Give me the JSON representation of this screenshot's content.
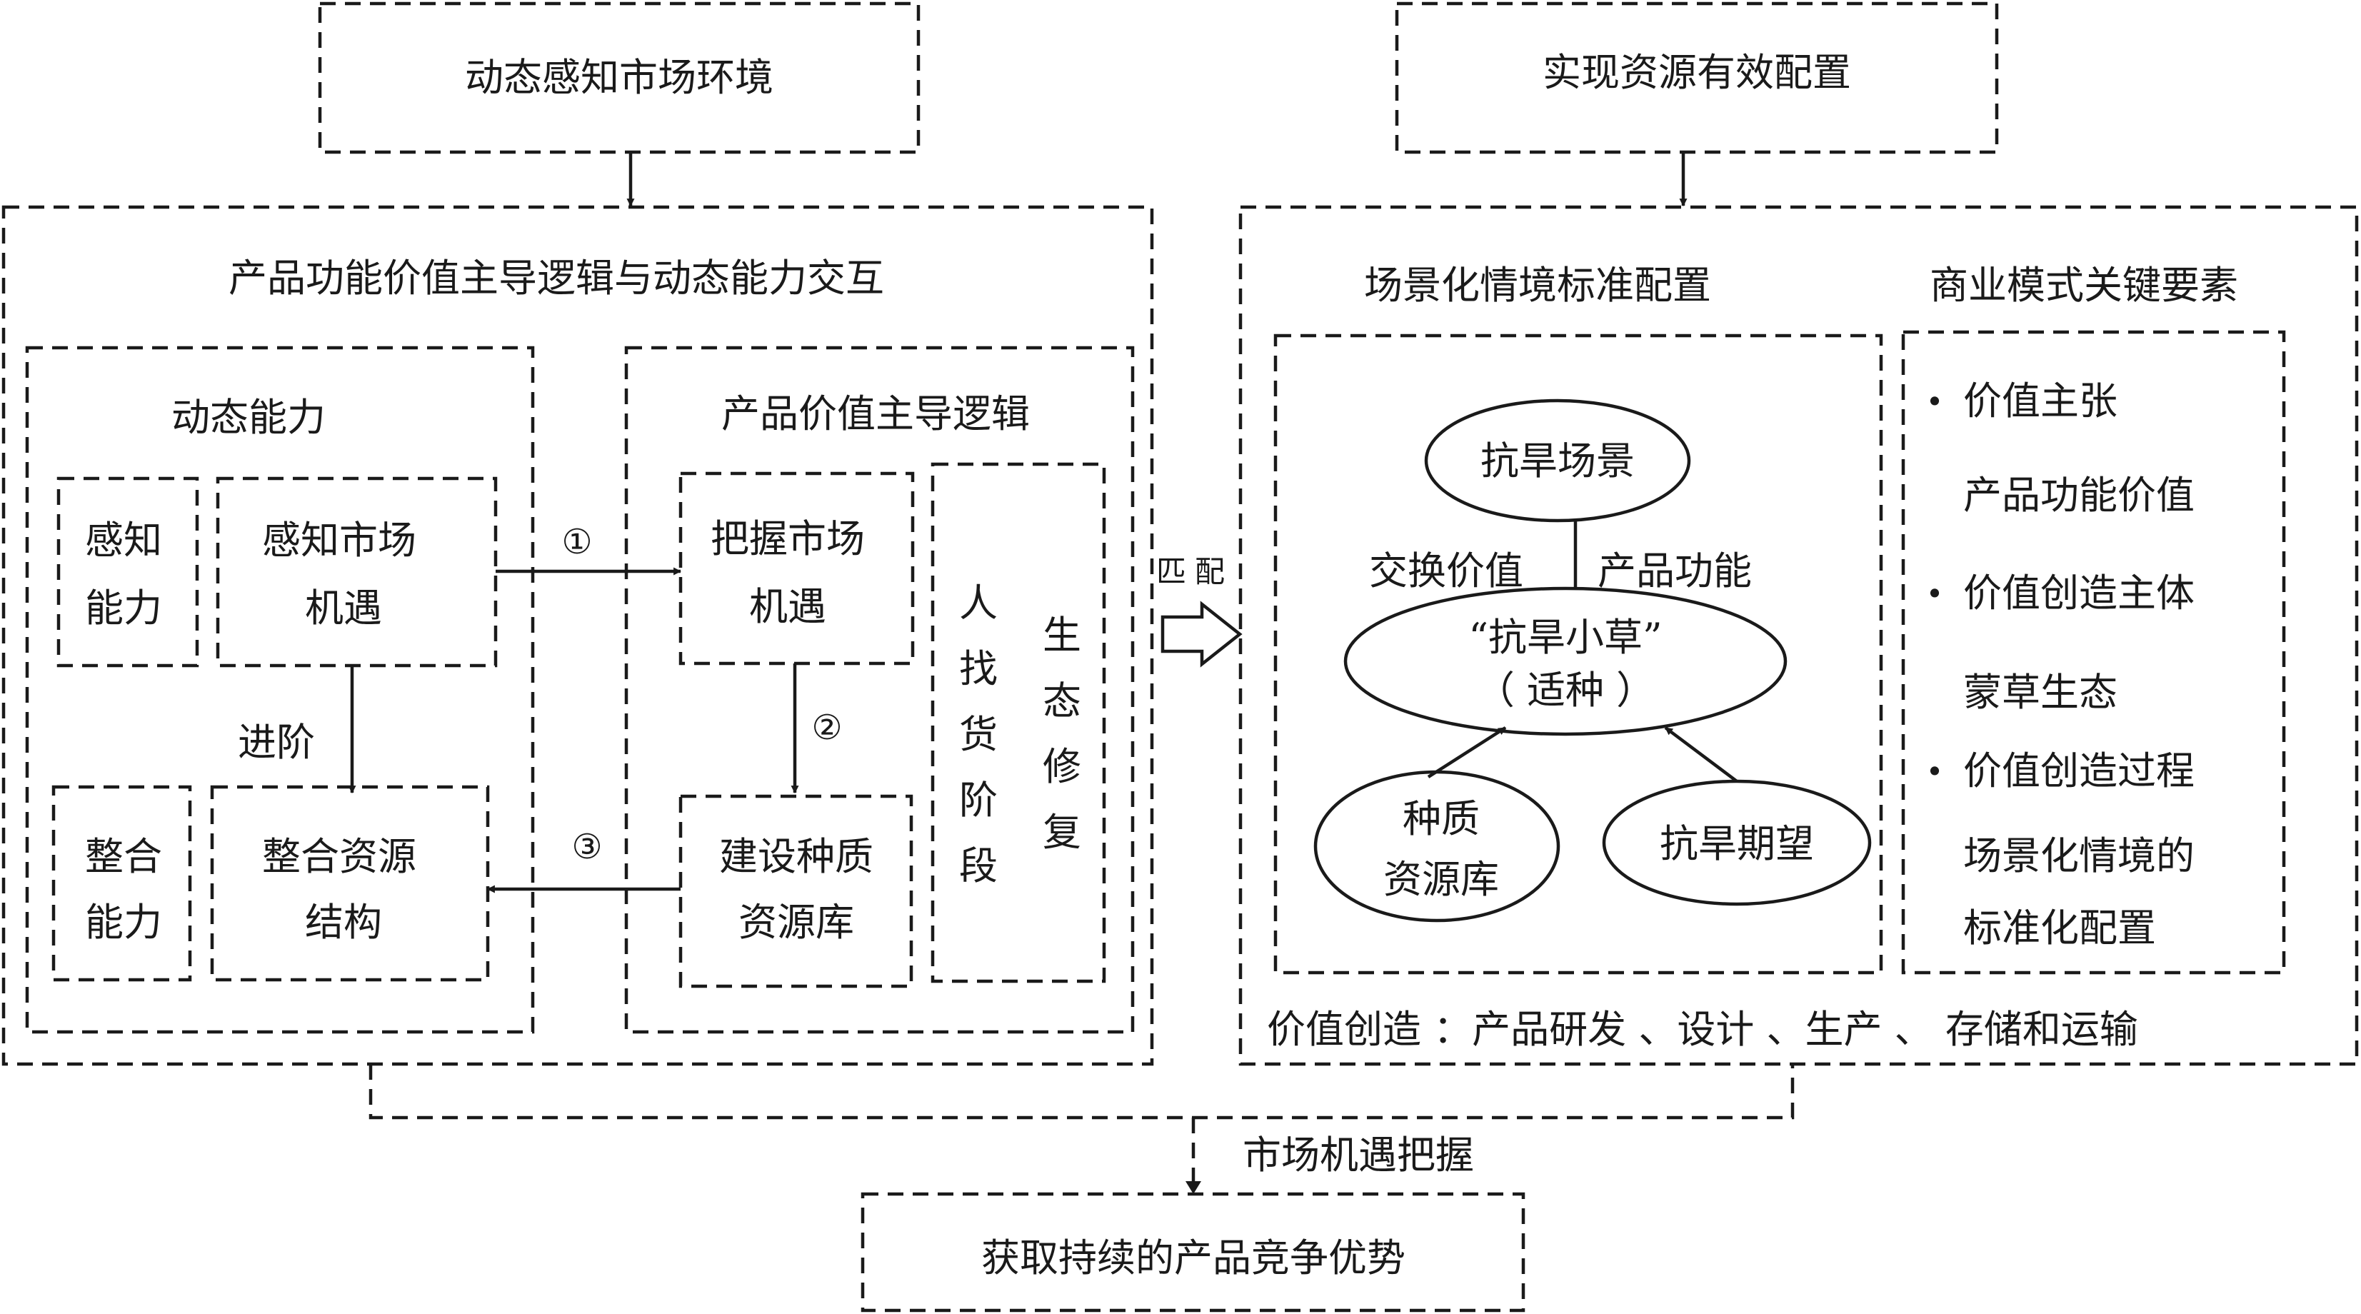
{
  "top": {
    "left_box": "动态感知市场环境",
    "right_box": "实现资源有效配置"
  },
  "left_panel": {
    "title": "产品功能价值主导逻辑与动态能力交互",
    "dynamic": {
      "title": "动态能力",
      "sense_ability": [
        "感知",
        "能力"
      ],
      "sense_market": [
        "感知市场",
        "机遇"
      ],
      "advance": "进阶",
      "integrate_ability": [
        "整合",
        "能力"
      ],
      "integrate_resource": [
        "整合资源",
        "结构"
      ]
    },
    "logic": {
      "title": "产品价值主导逻辑",
      "grasp": [
        "把握市场",
        "机遇"
      ],
      "build": [
        "建设种质",
        "资源库"
      ],
      "stage_col1": [
        "人",
        "找",
        "货",
        "阶",
        "段"
      ],
      "stage_col2": [
        "生",
        "态",
        "修",
        "复"
      ]
    },
    "arrow_labels": {
      "a1": "①",
      "a2": "②",
      "a3": "③"
    }
  },
  "match": [
    "匹",
    "配"
  ],
  "right_panel": {
    "scene_title": "场景化情境标准配置",
    "biz_title": "商业模式关键要素",
    "scene": {
      "drought_scene": "抗旱场景",
      "exchange_value": "交换价值",
      "product_function": "产品功能",
      "grass_line1": "“抗旱小草”",
      "grass_line2": "（ 适种 ）",
      "germplasm": [
        "种质",
        "资源库"
      ],
      "expectation": "抗旱期望"
    },
    "biz": {
      "bullet": "•",
      "items": [
        {
          "head": "价值主张",
          "detail": [
            "产品功能价值"
          ]
        },
        {
          "head": "价值创造主体",
          "detail": [
            "蒙草生态"
          ]
        },
        {
          "head": "价值创造过程",
          "detail": [
            "场景化情境的",
            "标准化配置"
          ]
        }
      ]
    },
    "value_creation": "价值创造 ：产品研发 、设计 、生产 、 存储和运输"
  },
  "bottom": {
    "label": "市场机遇把握",
    "box": "获取持续的产品竞争优势"
  }
}
